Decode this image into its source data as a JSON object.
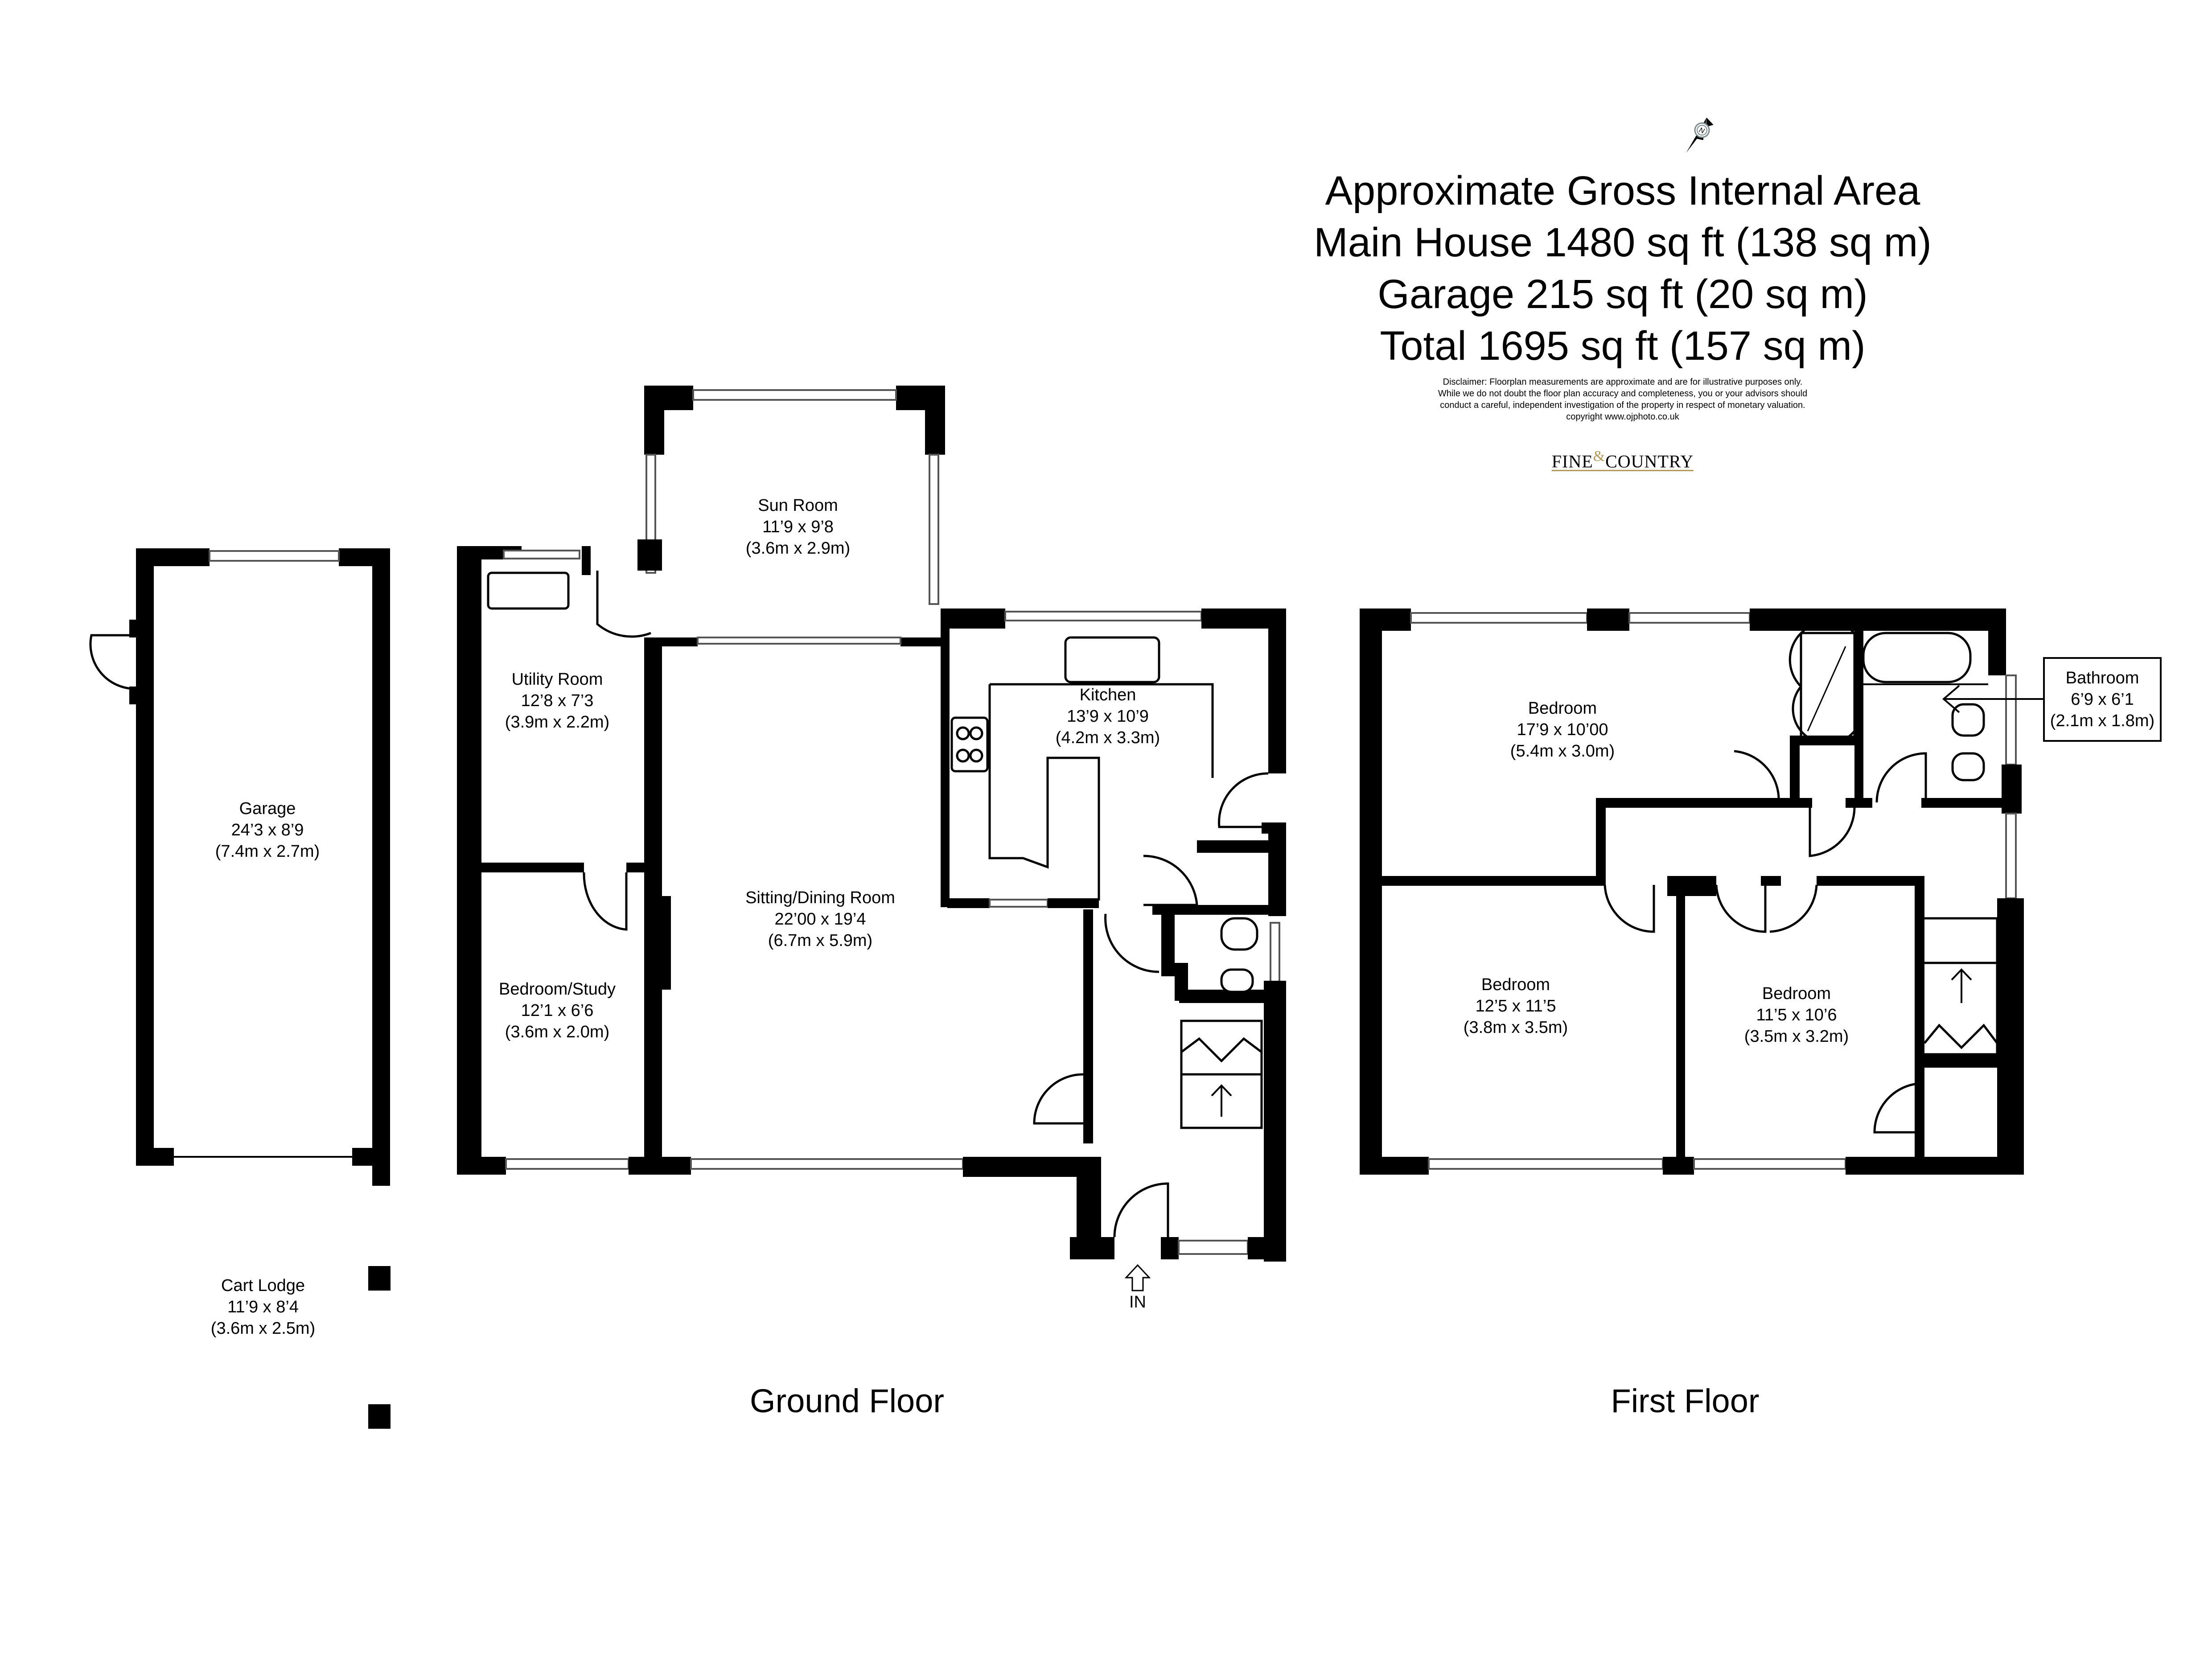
{
  "area_summary": {
    "heading": "Approximate Gross Internal Area",
    "main_house": "Main House 1480 sq ft (138 sq m)",
    "garage": "Garage 215 sq ft (20 sq m)",
    "total": "Total 1695 sq ft (157 sq m)"
  },
  "disclaimer": {
    "line1": "Disclaimer: Floorplan measurements are approximate and are for illustrative purposes only.",
    "line2": "While we do not doubt the floor plan accuracy and completeness, you or your advisors should",
    "line3": "conduct a careful, independent investigation of the property in respect of monetary valuation.",
    "line4": "copyright www.ojphoto.co.uk"
  },
  "logo": {
    "word1": "FINE",
    "amp": "&",
    "word2": "COUNTRY",
    "accent_color": "#b39a5a"
  },
  "compass": {
    "label": "N",
    "icon": "north-arrow-icon"
  },
  "floors": {
    "ground": {
      "title": "Ground Floor",
      "entrance_label": "IN",
      "rooms": [
        {
          "name": "Sun Room",
          "imperial": "11’9 x 9’8",
          "metric": "(3.6m x 2.9m)"
        },
        {
          "name": "Utility Room",
          "imperial": "12’8 x 7’3",
          "metric": "(3.9m x 2.2m)"
        },
        {
          "name": "Kitchen",
          "imperial": "13’9 x 10’9",
          "metric": "(4.2m x 3.3m)"
        },
        {
          "name": "Sitting/Dining Room",
          "imperial": "22’00 x 19’4",
          "metric": "(6.7m x 5.9m)"
        },
        {
          "name": "Bedroom/Study",
          "imperial": "12’1 x 6’6",
          "metric": "(3.6m x 2.0m)"
        }
      ]
    },
    "outbuildings": {
      "rooms": [
        {
          "name": "Garage",
          "imperial": "24’3 x 8’9",
          "metric": "(7.4m x 2.7m)"
        },
        {
          "name": "Cart Lodge",
          "imperial": "11’9 x 8’4",
          "metric": "(3.6m x 2.5m)"
        }
      ]
    },
    "first": {
      "title": "First Floor",
      "rooms": [
        {
          "name": "Bedroom",
          "imperial": "17’9 x 10’00",
          "metric": "(5.4m x 3.0m)"
        },
        {
          "name": "Bedroom",
          "imperial": "12’5 x 11’5",
          "metric": "(3.8m x 3.5m)"
        },
        {
          "name": "Bedroom",
          "imperial": "11’5 x 10’6",
          "metric": "(3.5m x 3.2m)"
        }
      ],
      "callout": {
        "name": "Bathroom",
        "imperial": "6’9 x 6’1",
        "metric": "(2.1m x 1.8m)"
      }
    }
  }
}
